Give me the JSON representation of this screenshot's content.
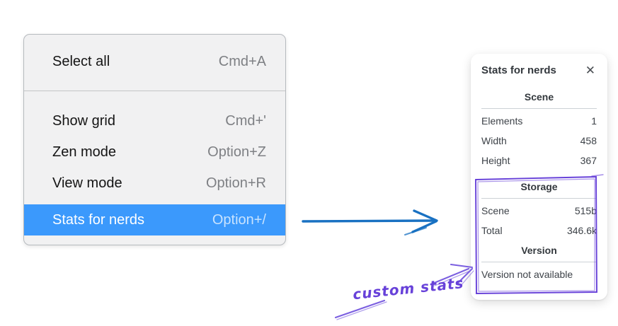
{
  "context_menu": {
    "items": [
      {
        "label": "Select all",
        "shortcut": "Cmd+A"
      },
      {
        "label": "Show grid",
        "shortcut": "Cmd+'"
      },
      {
        "label": "Zen mode",
        "shortcut": "Option+Z"
      },
      {
        "label": "View mode",
        "shortcut": "Option+R"
      },
      {
        "label": "Stats for nerds",
        "shortcut": "Option+/"
      }
    ],
    "highlighted_item": "Stats for nerds"
  },
  "stats_panel": {
    "title": "Stats for nerds",
    "close_icon": "✕",
    "sections": [
      {
        "heading": "Scene",
        "rows": [
          {
            "label": "Elements",
            "value": "1"
          },
          {
            "label": "Width",
            "value": "458"
          },
          {
            "label": "Height",
            "value": "367"
          }
        ]
      },
      {
        "heading": "Storage",
        "rows": [
          {
            "label": "Scene",
            "value": "515b"
          },
          {
            "label": "Total",
            "value": "346.6k"
          }
        ]
      },
      {
        "heading": "Version",
        "note": "Version not available"
      }
    ]
  },
  "annotations": {
    "custom_stats_label": "custom stats",
    "colors": {
      "flow_arrow": "#1971c2",
      "annotation": "#6741d9",
      "annotation_light": "#7b5fe0",
      "menu_highlight": "#3b99fc"
    }
  }
}
